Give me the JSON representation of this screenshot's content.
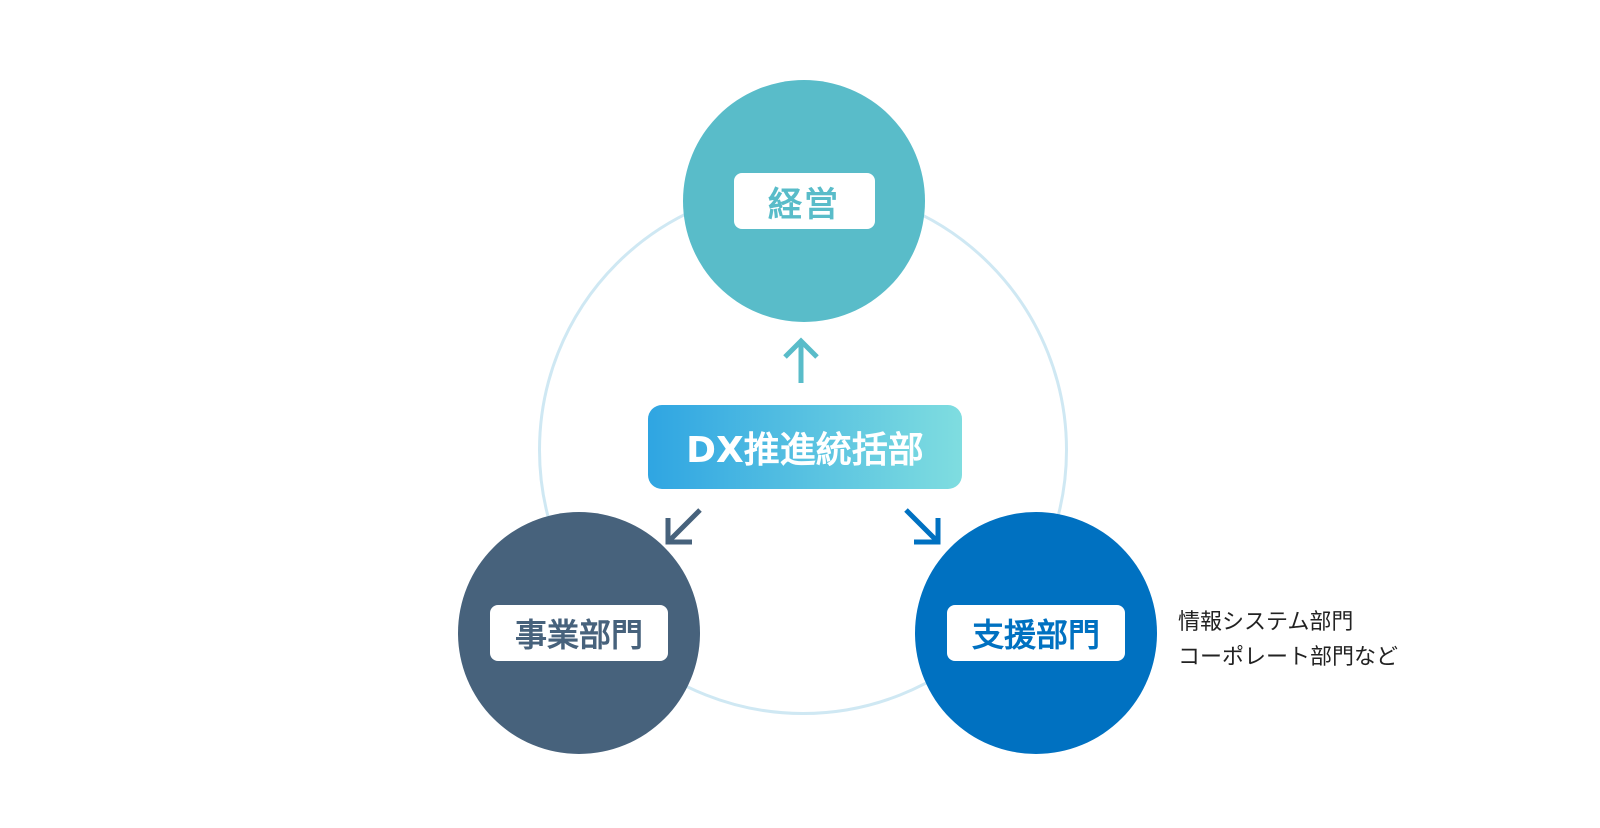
{
  "diagram": {
    "top_node": {
      "label": "経営",
      "color": "#59bcc9"
    },
    "center_node": {
      "label": "DX推進統括部",
      "gradient_start": "#2fa5e2",
      "gradient_end": "#7fdde0"
    },
    "left_node": {
      "label": "事業部門",
      "color": "#47627c"
    },
    "right_node": {
      "label": "支援部門",
      "color": "#0071c1"
    },
    "right_note": {
      "line1": "情報システム部門",
      "line2": "コーポレート部門など"
    },
    "ring_color": "#cfe8f3",
    "arrows": {
      "to_top": {
        "icon": "arrow-up-icon",
        "color": "#59bcc9"
      },
      "to_left": {
        "icon": "arrow-down-left-icon",
        "color": "#47627c"
      },
      "to_right": {
        "icon": "arrow-down-right-icon",
        "color": "#0071c1"
      }
    }
  }
}
